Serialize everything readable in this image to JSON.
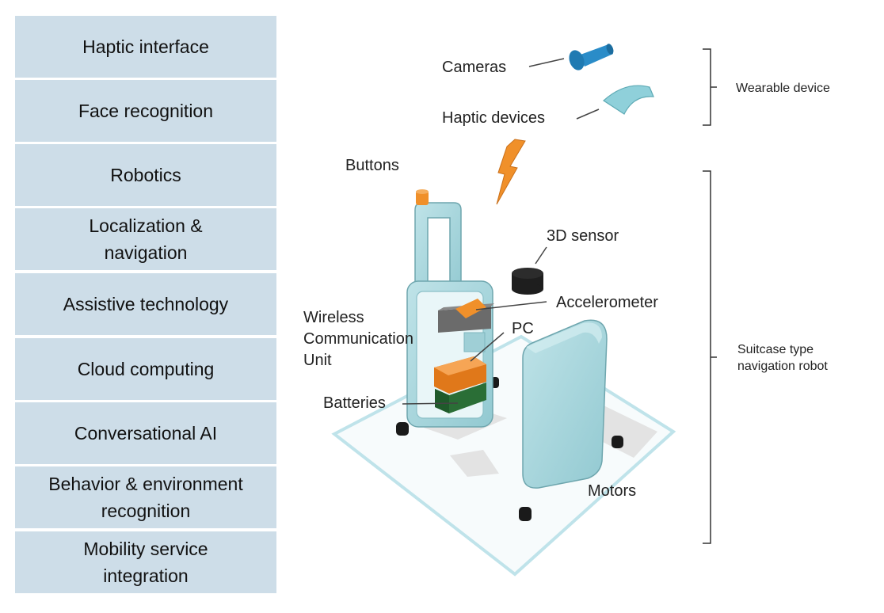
{
  "technologies": [
    "Haptic interface",
    "Face recognition",
    "Robotics",
    "Localization &\nnavigation",
    "Assistive technology",
    "Cloud computing",
    "Conversational AI",
    "Behavior & environment\nrecognition",
    "Mobility service\nintegration"
  ],
  "components": {
    "cameras": "Cameras",
    "haptic_devices": "Haptic devices",
    "buttons": "Buttons",
    "sensor_3d": "3D sensor",
    "accelerometer": "Accelerometer",
    "wireless_line1": "Wireless",
    "wireless_line2": "Communication",
    "wireless_line3": "Unit",
    "pc": "PC",
    "batteries": "Batteries",
    "motors": "Motors"
  },
  "groups": {
    "wearable": "Wearable device",
    "suitcase_line1": "Suitcase type",
    "suitcase_line2": "navigation robot"
  },
  "colors": {
    "box_fill": "#cddde8",
    "suitcase": "#a8d6dc",
    "orange": "#f0902a",
    "green": "#2a6e36",
    "camera_blue": "#2a8cc8"
  }
}
